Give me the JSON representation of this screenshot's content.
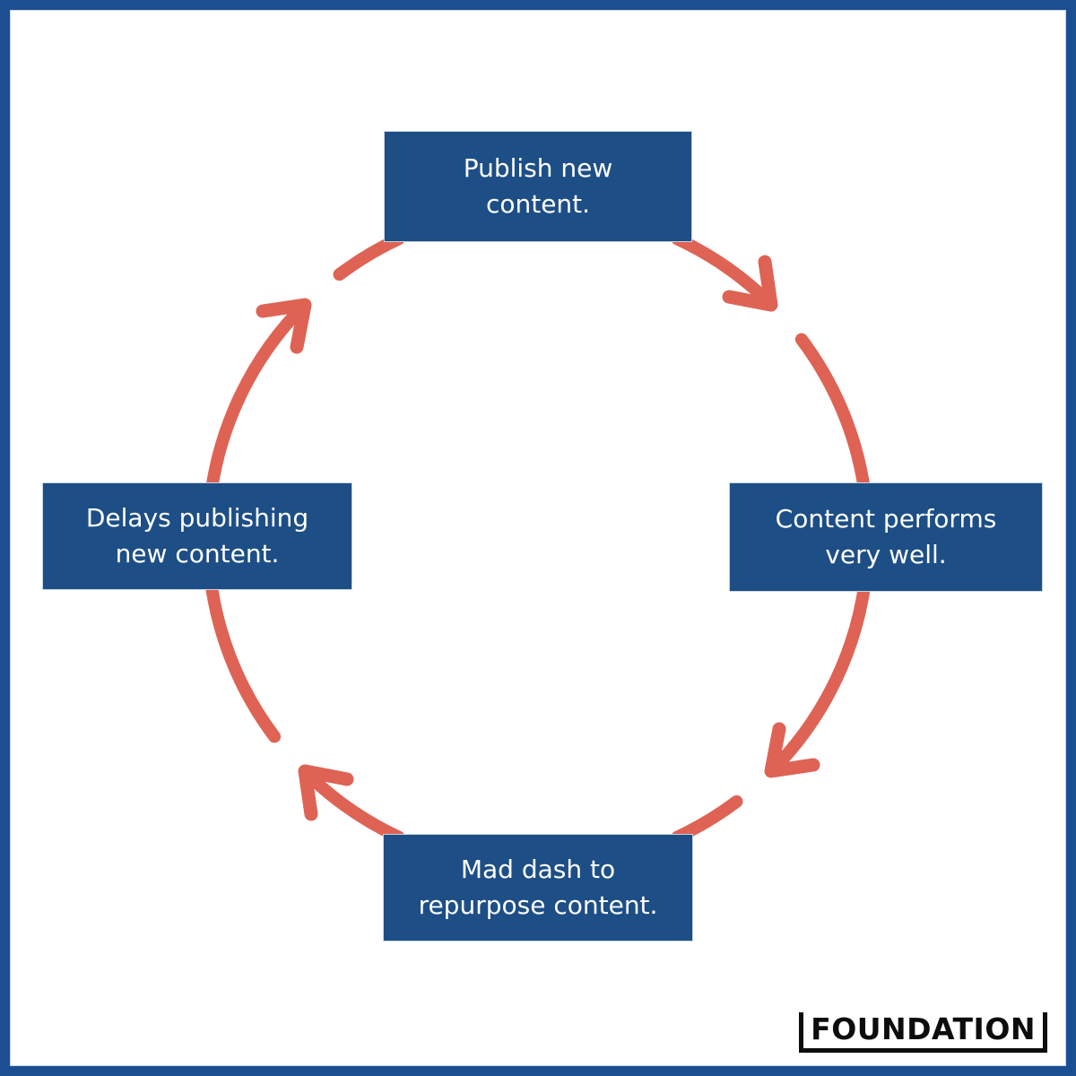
{
  "colors": {
    "page_border": "#1b4f91",
    "node_bg": "#1d4e86",
    "node_text": "#ffffff",
    "arrow": "#de6355",
    "logo_text": "#0d0d0d"
  },
  "diagram": {
    "type": "cycle",
    "direction": "clockwise",
    "nodes": [
      {
        "id": "publish",
        "position": "top",
        "label": "Publish new content.",
        "lines": [
          "Publish new",
          "content."
        ]
      },
      {
        "id": "performs",
        "position": "right",
        "label": "Content performs very well.",
        "lines": [
          "Content performs",
          "very well."
        ]
      },
      {
        "id": "mad-dash",
        "position": "bottom",
        "label": "Mad dash to repurpose content.",
        "lines": [
          "Mad dash to",
          "repurpose content."
        ]
      },
      {
        "id": "delays",
        "position": "left",
        "label": "Delays publishing new content.",
        "lines": [
          "Delays publishing",
          "new content."
        ]
      }
    ]
  },
  "footer": {
    "brand": "FOUNDATION"
  }
}
